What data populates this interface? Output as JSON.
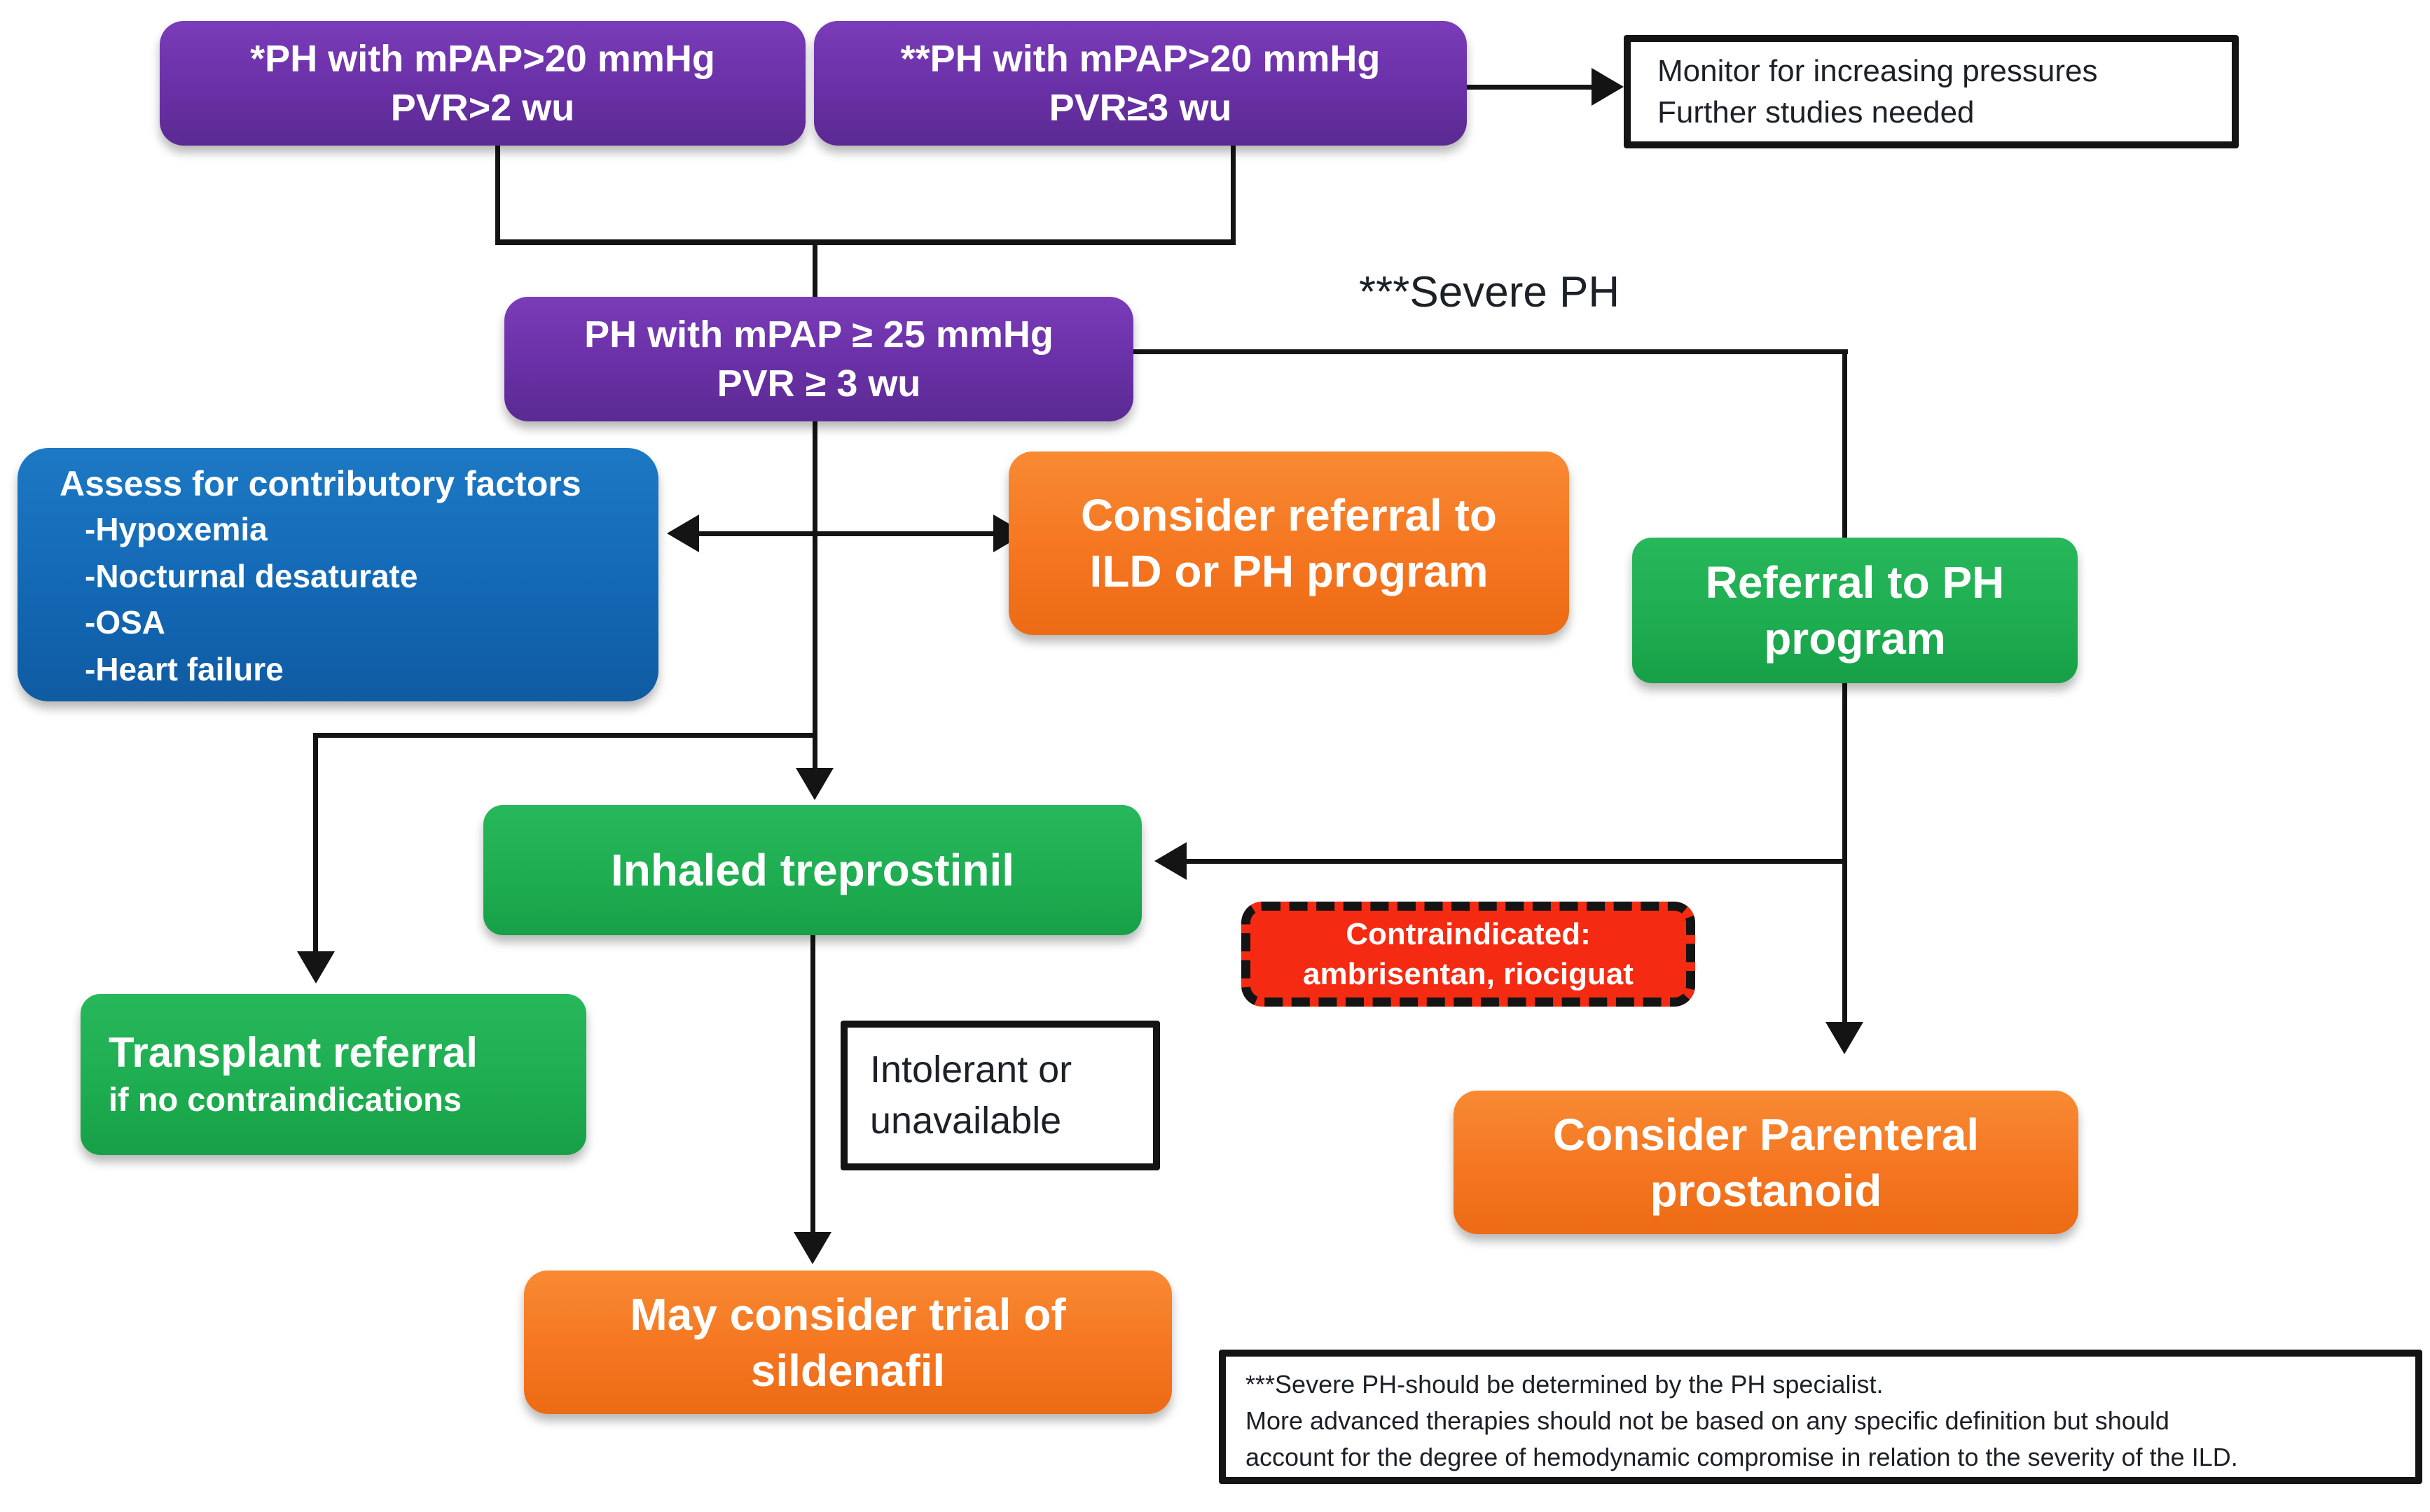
{
  "diagram": {
    "type": "flowchart",
    "topic": "Pulmonary hypertension (PH) in ILD management algorithm"
  },
  "nodes": {
    "ph_mpap20_pvr2": {
      "line1": "*PH with mPAP>20 mmHg",
      "line2": "PVR>2 wu"
    },
    "ph_mpap20_pvr3": {
      "line1": "**PH with mPAP>20 mmHg",
      "line2": "PVR≥3 wu"
    },
    "monitor": {
      "line1": "Monitor for increasing pressures",
      "line2": "Further studies needed"
    },
    "ph_mpap25": {
      "line1": "PH with mPAP ≥ 25 mmHg",
      "line2": "PVR ≥ 3 wu"
    },
    "severe_ph_label": "***Severe PH",
    "assess": {
      "title": "Assess for contributory factors",
      "items": [
        "-Hypoxemia",
        "-Nocturnal desaturate",
        "-OSA",
        "-Heart failure"
      ]
    },
    "consider_referral": {
      "line1": "Consider referral to",
      "line2": "ILD or PH program"
    },
    "referral_ph": {
      "line1": "Referral to PH",
      "line2": "program"
    },
    "inhaled": {
      "label": "Inhaled treprostinil"
    },
    "contraindicated": {
      "line1": "Contraindicated:",
      "line2": "ambrisentan, riociguat"
    },
    "transplant": {
      "line1": "Transplant referral",
      "line2": "if no contraindications"
    },
    "intolerant": {
      "line1": "Intolerant or",
      "line2": "unavailable"
    },
    "sildenafil": {
      "line1": "May consider trial of",
      "line2": "sildenafil"
    },
    "parenteral": {
      "line1": "Consider Parenteral",
      "line2": "prostanoid"
    },
    "footnote": {
      "line1": "***Severe PH-should be determined by the PH specialist.",
      "line2": "More advanced therapies should not be based on any specific definition but should",
      "line3": "account for the degree of hemodynamic compromise in relation to the severity of the ILD."
    }
  },
  "colors": {
    "purple": "#6930a6",
    "blue": "#1368b4",
    "orange": "#f5741f",
    "green": "#1eac50",
    "red": "#f42b12",
    "connector": "#141414",
    "background": "#ffffff"
  }
}
